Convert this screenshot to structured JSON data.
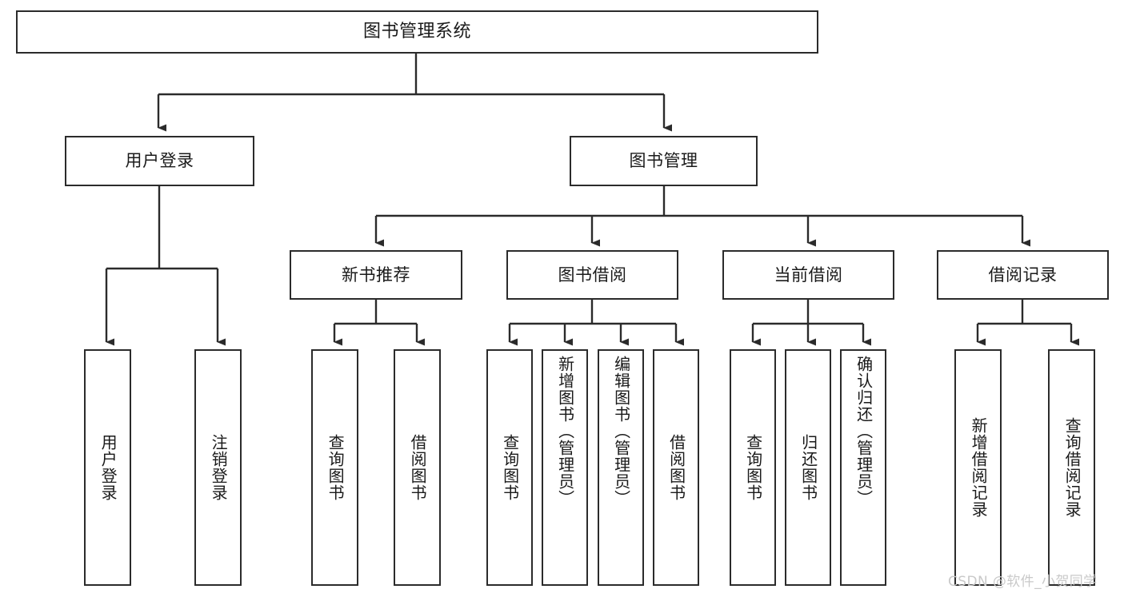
{
  "diagram": {
    "type": "tree-flowchart",
    "title": "图书管理系统",
    "watermark": "CSDN @软件_小贺同学",
    "colors": {
      "border": "#2b2b2b",
      "background": "#ffffff",
      "text": "#1a1a1a",
      "watermark": "#c9c9c9"
    },
    "nodes": {
      "root": "图书管理系统",
      "level2": [
        "用户登录",
        "图书管理"
      ],
      "level3": [
        "新书推荐",
        "图书借阅",
        "当前借阅",
        "借阅记录"
      ],
      "leaves": {
        "user_login": [
          "用户登录",
          "注销登录"
        ],
        "new_book_recommend": [
          "查询图书",
          "借阅图书"
        ],
        "book_borrow": [
          "查询图书",
          "新增图书（管理员）",
          "编辑图书（管理员）",
          "借阅图书"
        ],
        "current_borrow": [
          "查询图书",
          "归还图书",
          "确认归还（管理员）"
        ],
        "borrow_record": [
          "新增借阅记录",
          "查询借阅记录"
        ]
      }
    }
  }
}
